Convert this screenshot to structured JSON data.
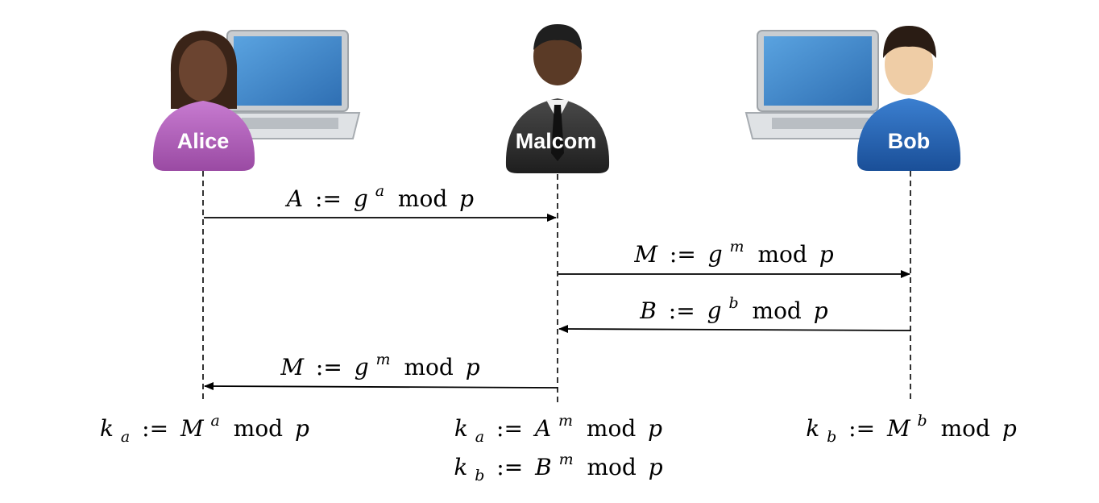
{
  "participants": {
    "alice": "Alice",
    "malcom": "Malcom",
    "bob": "Bob"
  },
  "messages": {
    "m1": {
      "lhs": "A",
      "base": "g",
      "exp": "a",
      "mod": "mod",
      "p": "p"
    },
    "m2": {
      "lhs": "M",
      "base": "g",
      "exp": "m",
      "mod": "mod",
      "p": "p"
    },
    "m3": {
      "lhs": "B",
      "base": "g",
      "exp": "b",
      "mod": "mod",
      "p": "p"
    },
    "m4": {
      "lhs": "M",
      "base": "g",
      "exp": "m",
      "mod": "mod",
      "p": "p"
    }
  },
  "results": {
    "alice": {
      "k": "k",
      "sub": "a",
      "base": "M",
      "exp": "a",
      "mod": "mod",
      "p": "p"
    },
    "malcom1": {
      "k": "k",
      "sub": "a",
      "base": "A",
      "exp": "m",
      "mod": "mod",
      "p": "p"
    },
    "malcom2": {
      "k": "k",
      "sub": "b",
      "base": "B",
      "exp": "m",
      "mod": "mod",
      "p": "p"
    },
    "bob": {
      "k": "k",
      "sub": "b",
      "base": "M",
      "exp": "b",
      "mod": "mod",
      "p": "p"
    }
  },
  "symbols": {
    "assign": ":="
  },
  "colors": {
    "alice_shirt": "#b15fb9",
    "malcom_suit": "#2b2b2b",
    "bob_shirt": "#1f5fb0",
    "laptop_screen": "#3f86c9",
    "laptop_body": "#d6d9dc"
  }
}
